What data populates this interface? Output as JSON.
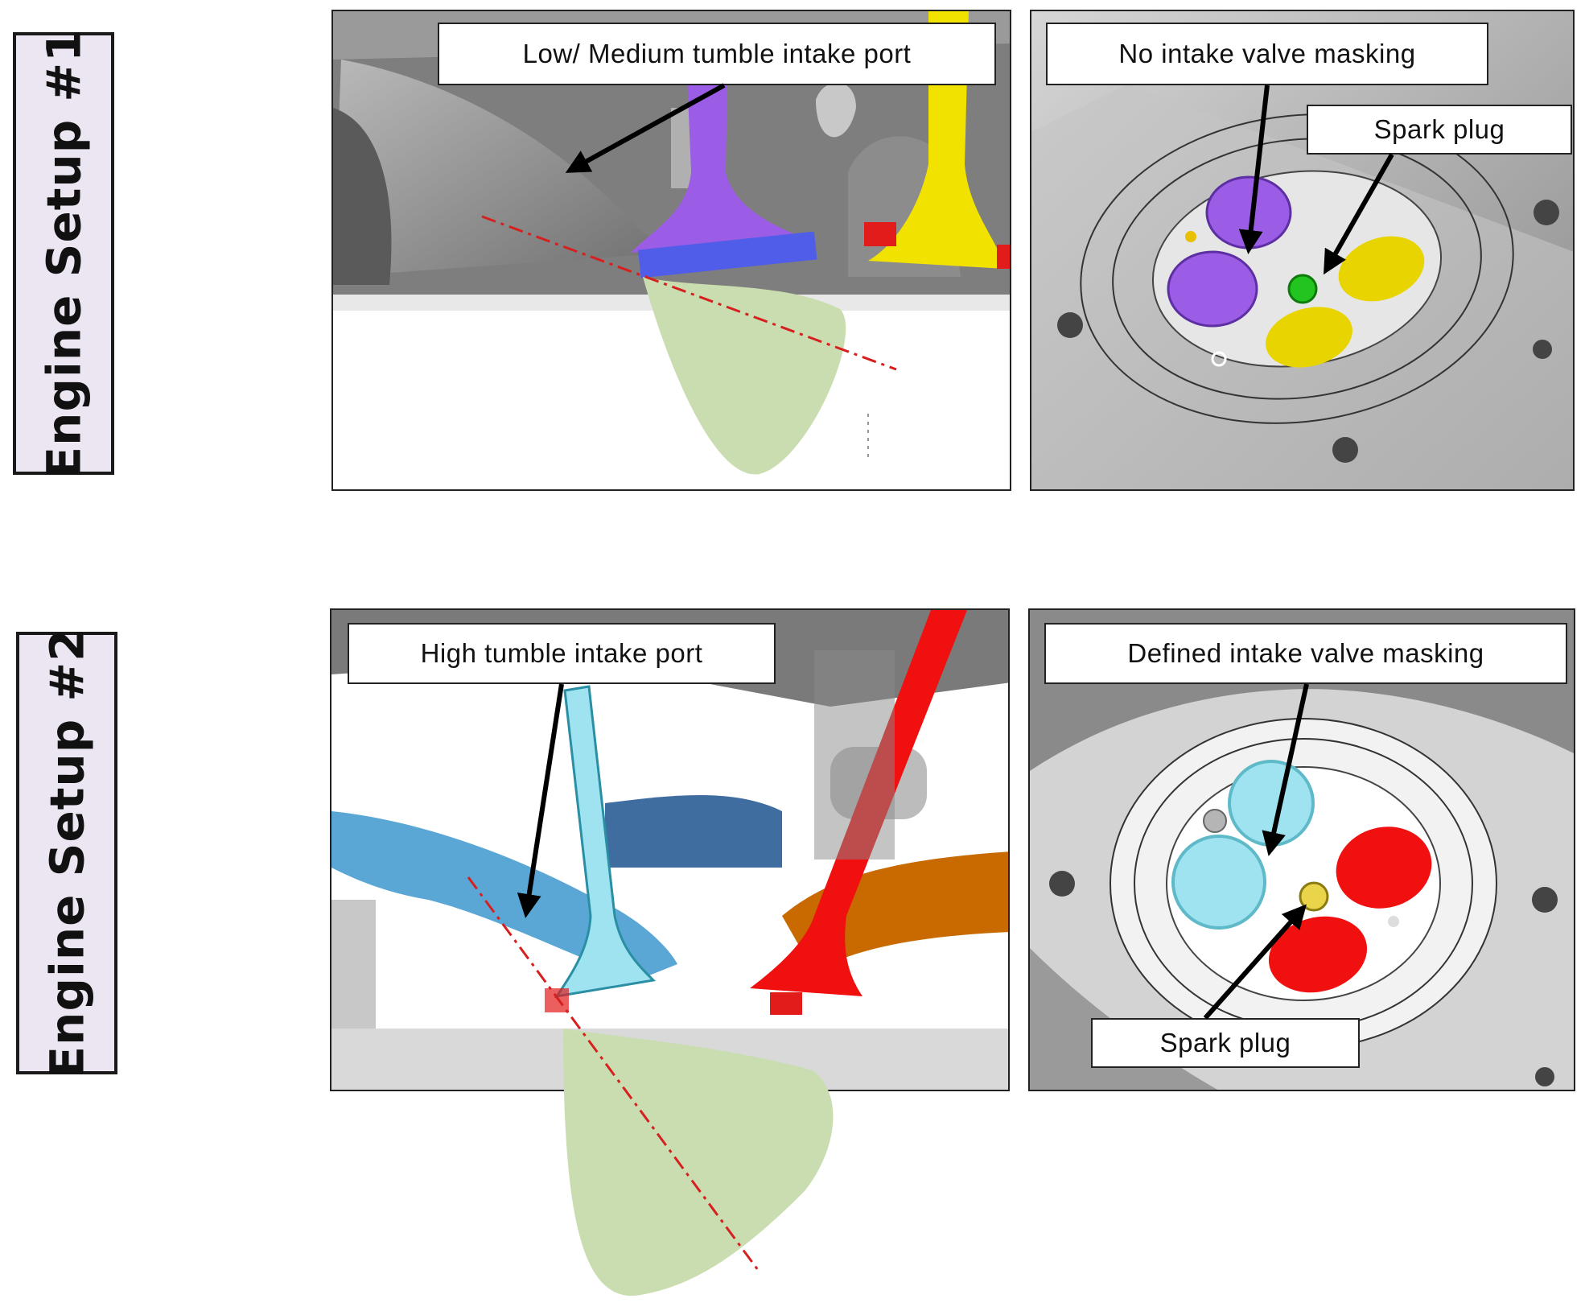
{
  "setups": [
    {
      "label": "Engine Setup #1",
      "port_callout": "Low/ Medium tumble intake port",
      "masking_callout": "No intake valve masking",
      "spark_callout": "Spark plug",
      "colors": {
        "intake": "#9b5de5",
        "exhaust": "#f2e200",
        "spark": "#22c41f",
        "spray": "#c9ddb0"
      }
    },
    {
      "label": "Engine Setup #2",
      "port_callout": "High tumble intake port",
      "masking_callout": "Defined intake valve masking",
      "spark_callout": "Spark plug",
      "colors": {
        "intake": "#9fe3f0",
        "exhaust": "#f01010",
        "spark": "#e9d44a",
        "spray": "#c9ddb0"
      }
    }
  ],
  "icons": {
    "arrow": "arrow-icon",
    "axis": "dash-dot-axis-line"
  }
}
